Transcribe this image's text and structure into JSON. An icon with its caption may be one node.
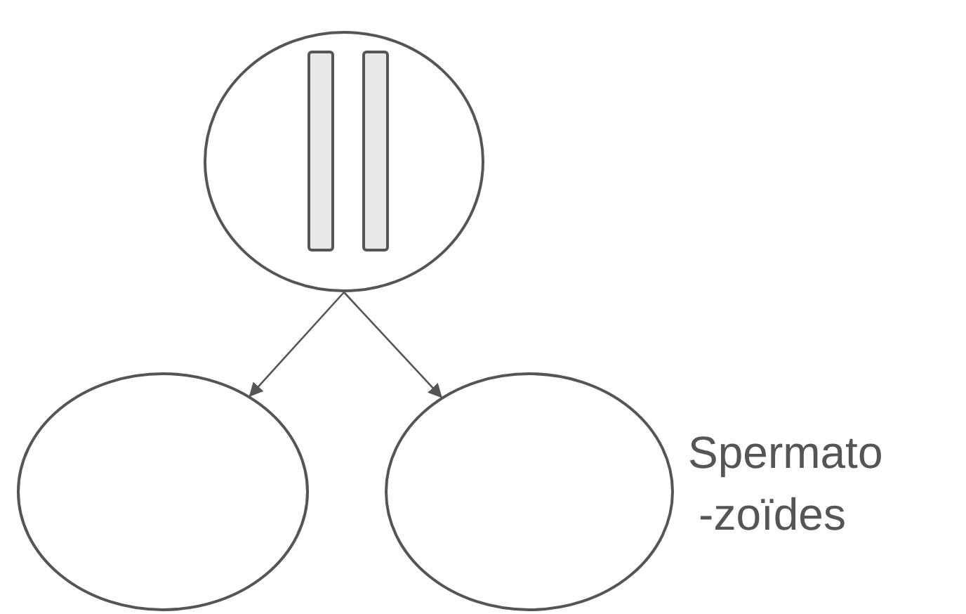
{
  "diagram": {
    "nodes": [
      {
        "text": [],
        "shape": "circle"
      },
      {
        "text": [],
        "shape": "circle"
      },
      {
        "text": [],
        "shape": "circle",
        "beside": [
          "Spermato -zoïdes"
        ]
      }
    ],
    "edges": [
      {
        "from": 0,
        "to": 1,
        "arrow": "to"
      },
      {
        "from": 0,
        "to": 2,
        "arrow": "to"
      }
    ]
  }
}
